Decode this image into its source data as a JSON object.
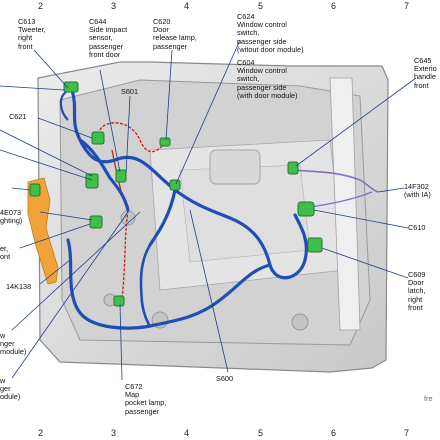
{
  "grid": {
    "top": [
      "2",
      "3",
      "4",
      "5",
      "6",
      "7"
    ],
    "bottom": [
      "2",
      "3",
      "4",
      "5",
      "6",
      "7"
    ]
  },
  "callouts": {
    "c613": "C613\nTweeter,\nright\nfront",
    "c644": "C644\nSide impact\nsensor,\npassenger\nfront door",
    "c620": "C620\nDoor\nrelease lamp,\npassenger",
    "c624": "C624\nWindow control\nswitch,\npassenger side\n(witout door module)",
    "c604": "C604\nWindow control\nswitch,\npassenger side\n(with door module)",
    "c645": "C645\nExterio\nhandle\nfront",
    "s601": "S601",
    "c621": "C621",
    "e073": "4E073\nghting)",
    "left_er_ont": "er,\nont",
    "k138": "14K138",
    "f302": "14F302\n(with IA)",
    "c610": "C610",
    "c609": "C609\nDoor\nlatch,\nright\nfront",
    "left_w_nger_module": "w\nnger\nmodule)",
    "left_w_nger_odule": "w\nger\nodule)",
    "c672": "C672\nMap\npocket lamp,\npassenger",
    "s600": "S600",
    "footer_mark": "fre"
  },
  "colors": {
    "harness_blue": "#1f4fb5",
    "harness_red": "#c8201d",
    "harness_purple": "#8a6cc0",
    "connector_green": "#3fbf4a",
    "door_panel": "#dcdcdc",
    "trim_orange": "#f2a23a"
  }
}
